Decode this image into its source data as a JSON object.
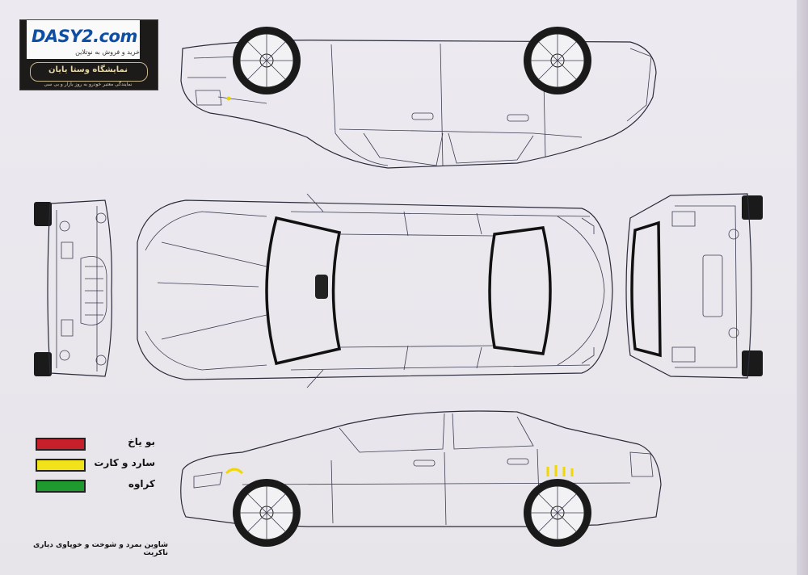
{
  "logo": {
    "brand": "DASY2.com",
    "subtitle": "خرید و فروش به نوتلاین",
    "dealer": "نمایشگاه وستا یایان",
    "dealer_sub": "نمایندگی معتبر خودرو به روز بازار و بی سی"
  },
  "legend": {
    "items": [
      {
        "label": "بو یاخ",
        "color": "#c8202a"
      },
      {
        "label": "سارد و کارت",
        "color": "#f2e21a"
      },
      {
        "label": "کراوه",
        "color": "#1f9a2e"
      }
    ]
  },
  "footer": "شاوین بمرد و شوخت و خوپاوی دیاری ناکریت",
  "colors": {
    "line": "#2a2a3a",
    "glass": "#111111",
    "paper": "#ebe9ee"
  },
  "icons": [
    "car-top-view",
    "car-side-view-left",
    "car-side-view-right",
    "car-front-view",
    "car-rear-view"
  ]
}
